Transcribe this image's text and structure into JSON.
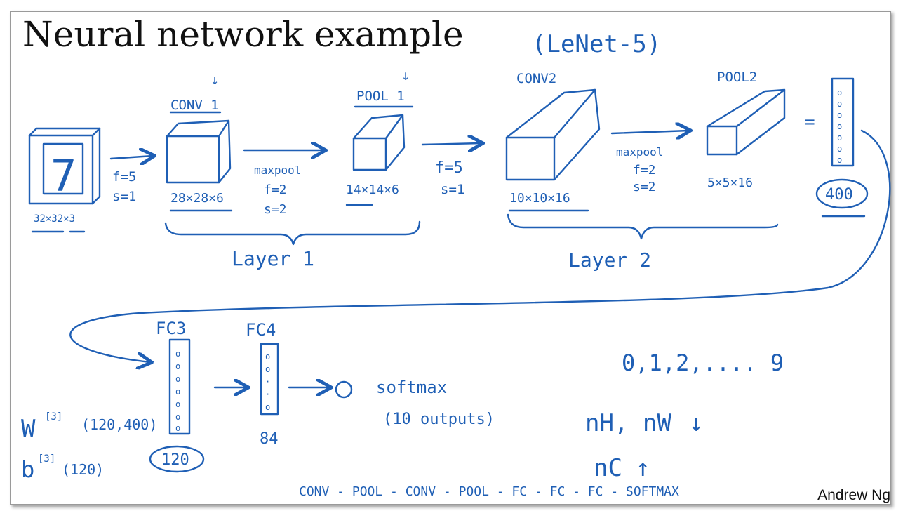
{
  "title": "Neural network example",
  "subtitle": "(LeNet-5)",
  "author": "Andrew Ng",
  "ink_color": "#1f5fb5",
  "layers": {
    "input": {
      "dims": "32×32×3",
      "digit": "7"
    },
    "conv1": {
      "label": "CONV 1",
      "dims": "28×28×6",
      "f": "f=5",
      "s": "s=1"
    },
    "pool1": {
      "label": "POOL 1",
      "dims": "14×14×6",
      "op": "maxpool",
      "f": "f=2",
      "s": "s=2"
    },
    "conv2": {
      "label": "CONV2",
      "dims": "10×10×16",
      "f": "f=5",
      "s": "s=1"
    },
    "pool2": {
      "label": "POOL2",
      "dims": "5×5×16",
      "op": "maxpool",
      "f": "f=2",
      "s": "s=2"
    },
    "flat": {
      "equals": "=",
      "count": "400"
    },
    "fc3": {
      "label": "FC3",
      "count": "120",
      "w": "W",
      "w_sup": "[3]",
      "w_shape": "(120,400)",
      "b": "b",
      "b_sup": "[3]",
      "b_shape": "(120)"
    },
    "fc4": {
      "label": "FC4",
      "count": "84"
    },
    "softmax": {
      "label": "softmax",
      "outputs": "(10 outputs)"
    }
  },
  "groups": {
    "layer1": "Layer 1",
    "layer2": "Layer 2"
  },
  "notes": {
    "classes": "0,1,2,.... 9",
    "nh_nw": "nH, nW",
    "nh_nw_arrow": "↓",
    "nc": "nC",
    "nc_arrow": "↑",
    "sequence": "CONV - POOL - CONV - POOL - FC - FC - FC - SOFTMAX"
  }
}
